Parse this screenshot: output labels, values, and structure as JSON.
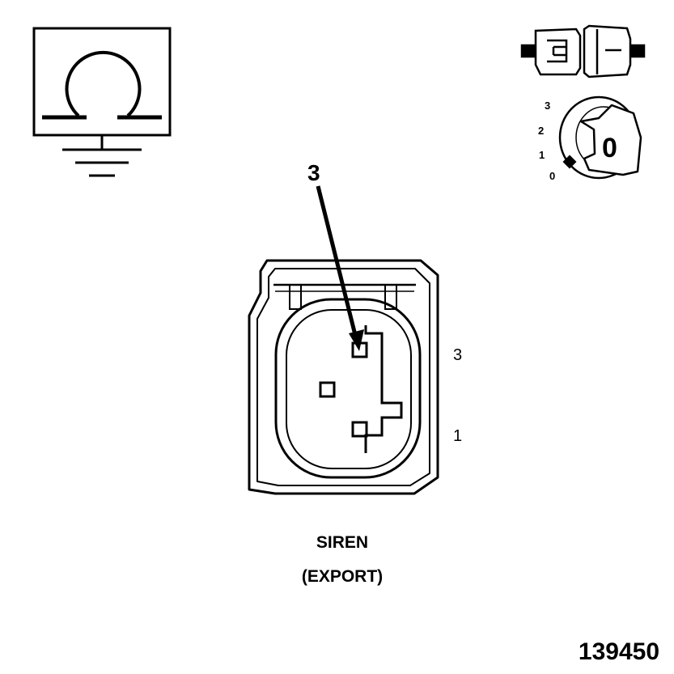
{
  "icons": {
    "ground_meter": "ohm-ground-icon",
    "connector": "connector-disconnected-icon",
    "ignition": "ignition-key-off-icon"
  },
  "ignition": {
    "positions": [
      "3",
      "2",
      "1",
      "0"
    ],
    "key_label": "0"
  },
  "connector": {
    "arrow_label": "3",
    "pin_labels": [
      "3",
      "1"
    ]
  },
  "caption": {
    "line1": "SIREN",
    "line2": "(EXPORT)"
  },
  "figure_number": "139450"
}
